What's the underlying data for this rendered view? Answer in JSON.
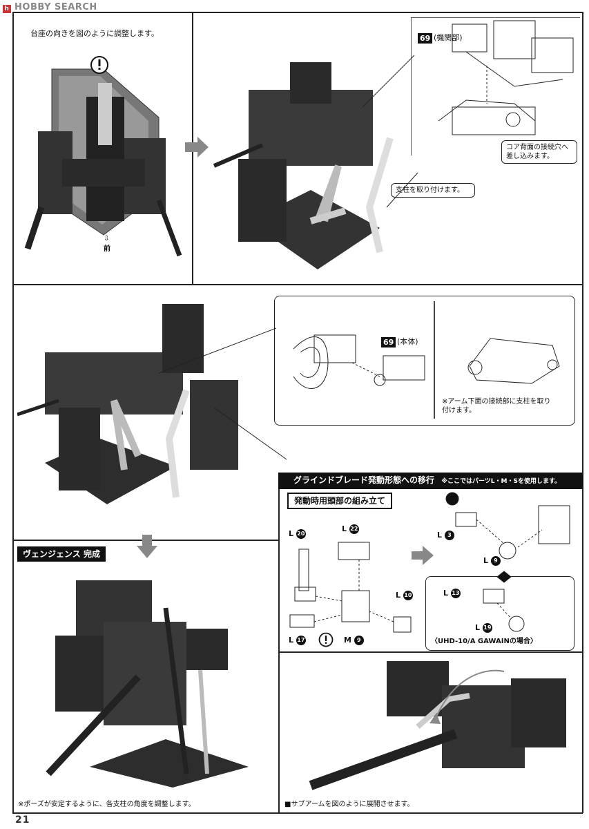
{
  "watermark": "HOBBY SEARCH",
  "page_number": "21",
  "top": {
    "instruction": "台座の向きを図のように調整します。",
    "front_label": "前",
    "part69_label": "(機関部)",
    "part69_num": "69",
    "callout_core": "コア背面の接続穴へ\n差し込みます。",
    "callout_pillar": "支柱を取り付けます。"
  },
  "middle": {
    "part69_num": "69",
    "part69_label": "(本体)",
    "note_arm": "※アーム下面の接続部に支柱を取り\n付けます。",
    "transition_title": "グラインドブレード発動形態への移行",
    "transition_note": "※ここではパーツL・M・Sを使用します。"
  },
  "head_assembly": {
    "title": "発動時用頭部の組み立て",
    "parts": [
      {
        "prefix": "L",
        "num": "20"
      },
      {
        "prefix": "L",
        "num": "22"
      },
      {
        "prefix": "L",
        "num": "10"
      },
      {
        "prefix": "L",
        "num": "17"
      },
      {
        "prefix": "M",
        "num": "9"
      }
    ]
  },
  "right_assembly": {
    "parts_main": [
      {
        "prefix": "L",
        "num": "3"
      },
      {
        "prefix": "L",
        "num": "9"
      }
    ],
    "parts_alt": [
      {
        "prefix": "L",
        "num": "13"
      },
      {
        "prefix": "L",
        "num": "19"
      }
    ],
    "alt_caption": "〈UHD-10/A GAWAINの場合〉"
  },
  "complete": {
    "title": "ヴェンジェンス 完成",
    "note": "※ポーズが安定するように、各支柱の角度を調整します。"
  },
  "subarm": {
    "note": "■サブアームを図のように展開させます。"
  }
}
